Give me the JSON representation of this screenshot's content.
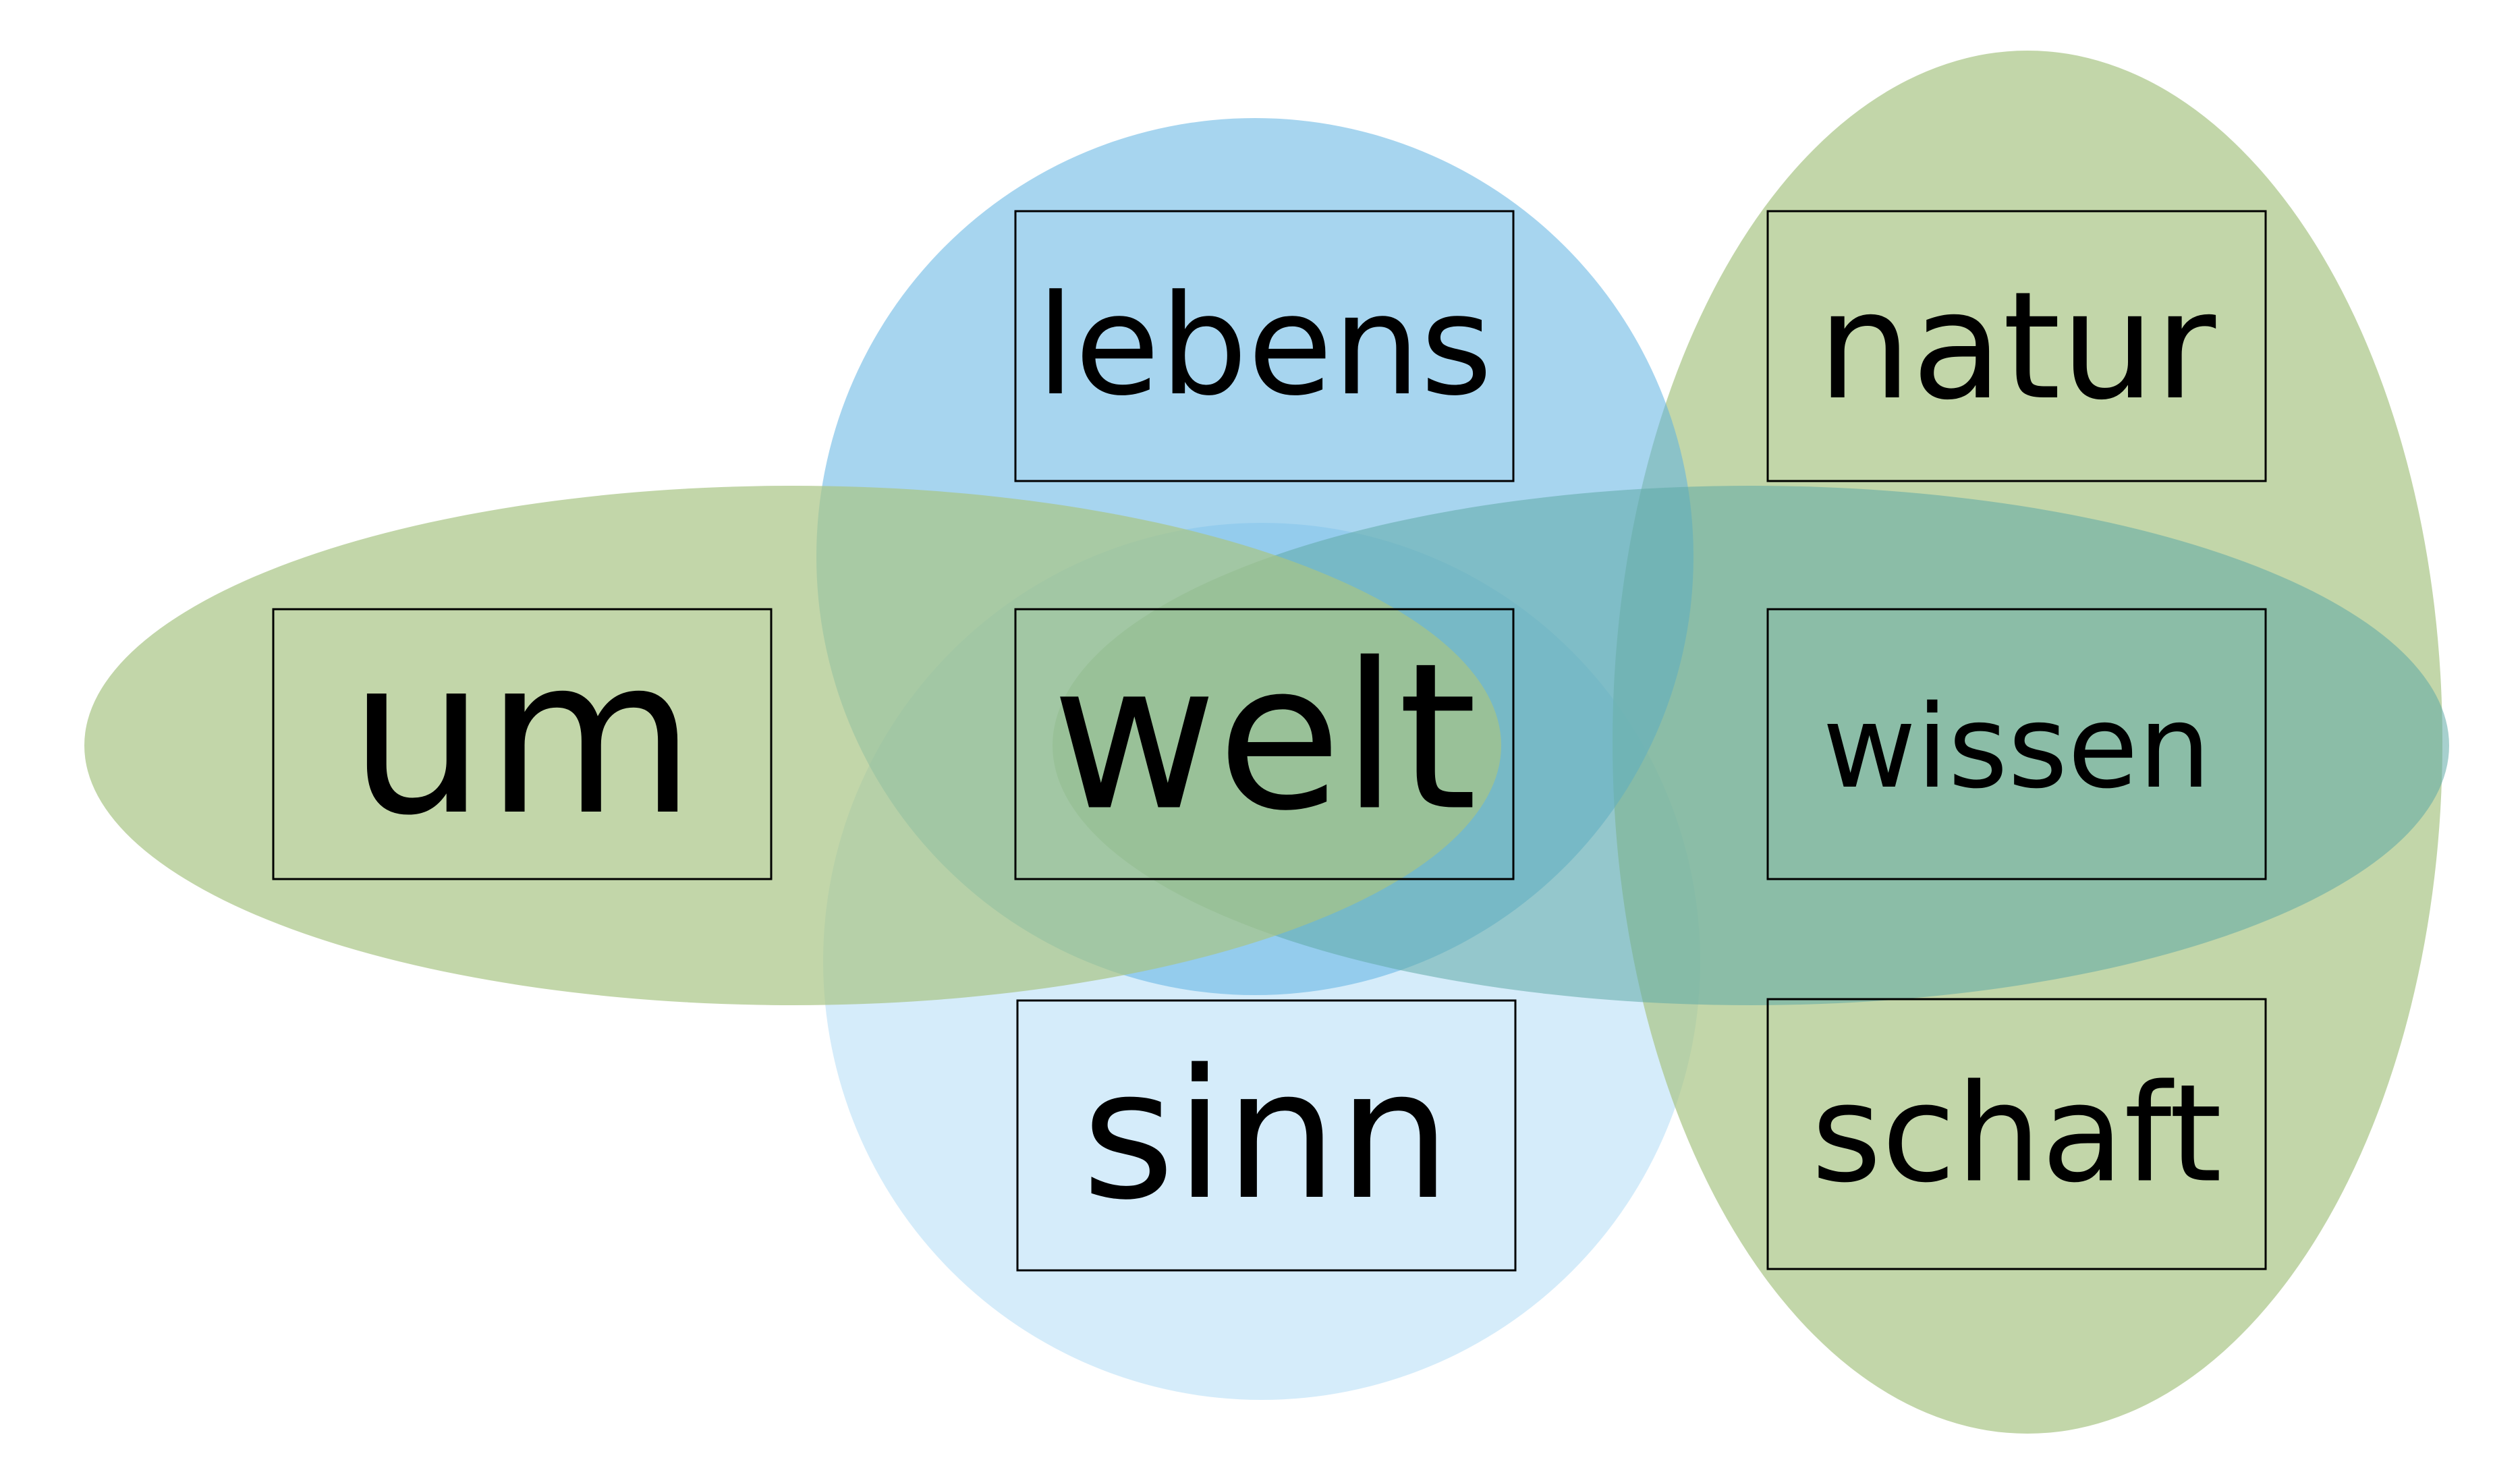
{
  "colors": {
    "green": "#a8c484",
    "blue_light": "#b3dcf5",
    "blue": "#5fb2e2",
    "text": "#000000",
    "background": "#ffffff"
  },
  "words": {
    "lebens": "lebens",
    "natur": "natur",
    "um": "um",
    "welt": "welt",
    "wissen": "wissen",
    "sinn": "sinn",
    "schaft": "schaft"
  }
}
